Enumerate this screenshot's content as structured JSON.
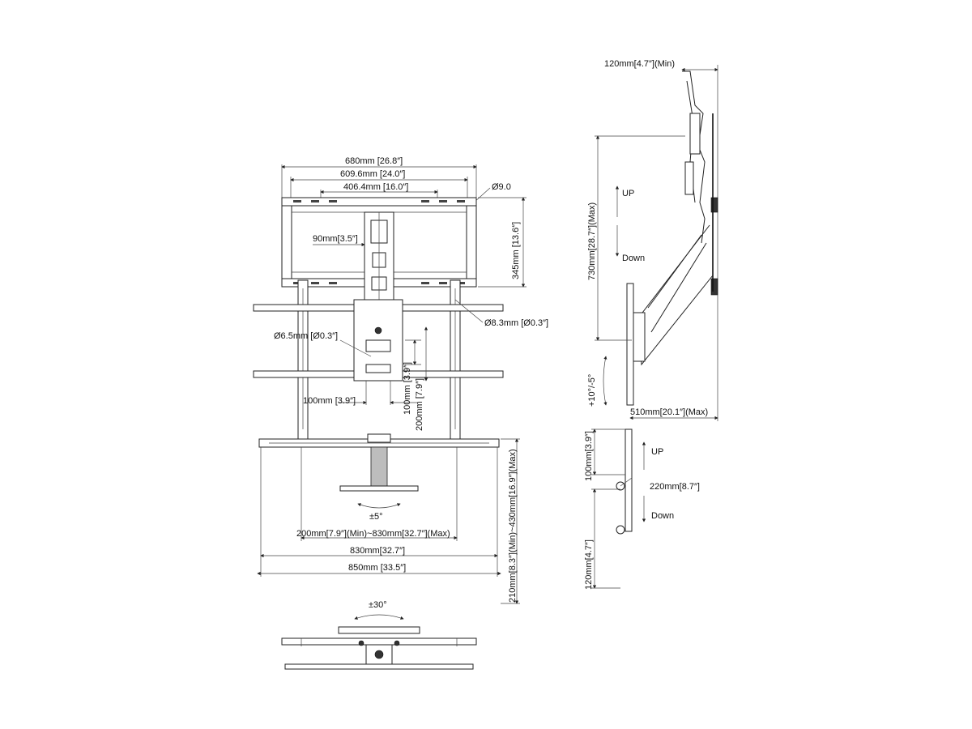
{
  "front_view": {
    "width_680": "680mm [26.8″]",
    "width_609": "609.6mm [24.0″]",
    "width_406": "406.4mm [16.0″]",
    "hole_9": "Ø9.0",
    "height_345": "345mm [13.6″]",
    "offset_90": "90mm[3.5″]",
    "hole_83": "Ø8.3mm [Ø0.3″]",
    "hole_65": "Ø6.5mm [Ø0.3″]",
    "w_100": "100mm [3.9″]",
    "h_100": "100mm [3.9″]",
    "h_200": "200mm [7.9″]",
    "height_210_430": "210mm[8.3″](Min)~430mm[16.9″](Max)",
    "tilt_5": "±5°",
    "range_200_830": "200mm[7.9″](Min)~830mm[32.7″](Max)",
    "width_830": "830mm[32.7″]",
    "width_850": "850mm [33.5″]"
  },
  "top_view": {
    "swivel_30": "±30°"
  },
  "side_view": {
    "depth_120_min": "120mm[4.7″](Min)",
    "up_label": "UP",
    "down_label": "Down",
    "height_730": "730mm[28.7″](Max)",
    "tilt_10_5": "+10°/-5°",
    "depth_510": "510mm[20.1″](Max)",
    "h_100": "100mm[3.9″]",
    "up_label_2": "UP",
    "travel_220": "220mm[8.7″]",
    "down_label_2": "Down",
    "h_120": "120mm[4.7″]"
  }
}
